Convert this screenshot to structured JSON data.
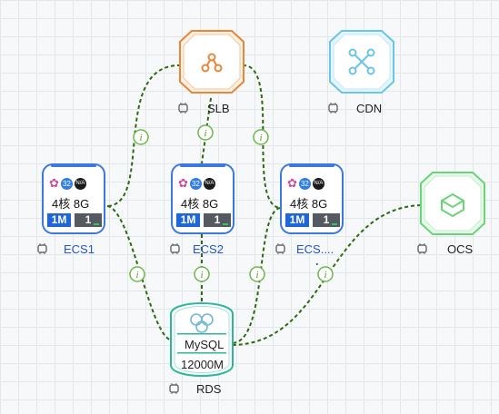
{
  "nodes": {
    "slb": {
      "label": "SLB"
    },
    "cdn": {
      "label": "CDN"
    },
    "ocs": {
      "label": "OCS"
    },
    "rds": {
      "label": "RDS",
      "engine": "MySQL",
      "storage": "12000M"
    },
    "ecs": [
      {
        "label": "ECS1",
        "spec": "4核 8G",
        "cpu_badge": "32",
        "os_badge": "N/A",
        "bandwidth": "1M",
        "disk": "1"
      },
      {
        "label": "ECS2",
        "spec": "4核 8G",
        "cpu_badge": "32",
        "os_badge": "N/A",
        "bandwidth": "1M",
        "disk": "1"
      },
      {
        "label": "ECS....",
        "spec": "4核 8G",
        "cpu_badge": "32",
        "os_badge": "N/A",
        "bandwidth": "1M",
        "disk": "1"
      }
    ],
    "ellipsis": "."
  },
  "info_badge": "i",
  "colors": {
    "slb": "#e8863a",
    "cdn": "#6cc4ea",
    "ocs": "#6bd47a",
    "rds": "#2bb89a",
    "ecs": "#3b78e0",
    "connection": "#2e6a12",
    "label_blue": "#2255cc"
  }
}
